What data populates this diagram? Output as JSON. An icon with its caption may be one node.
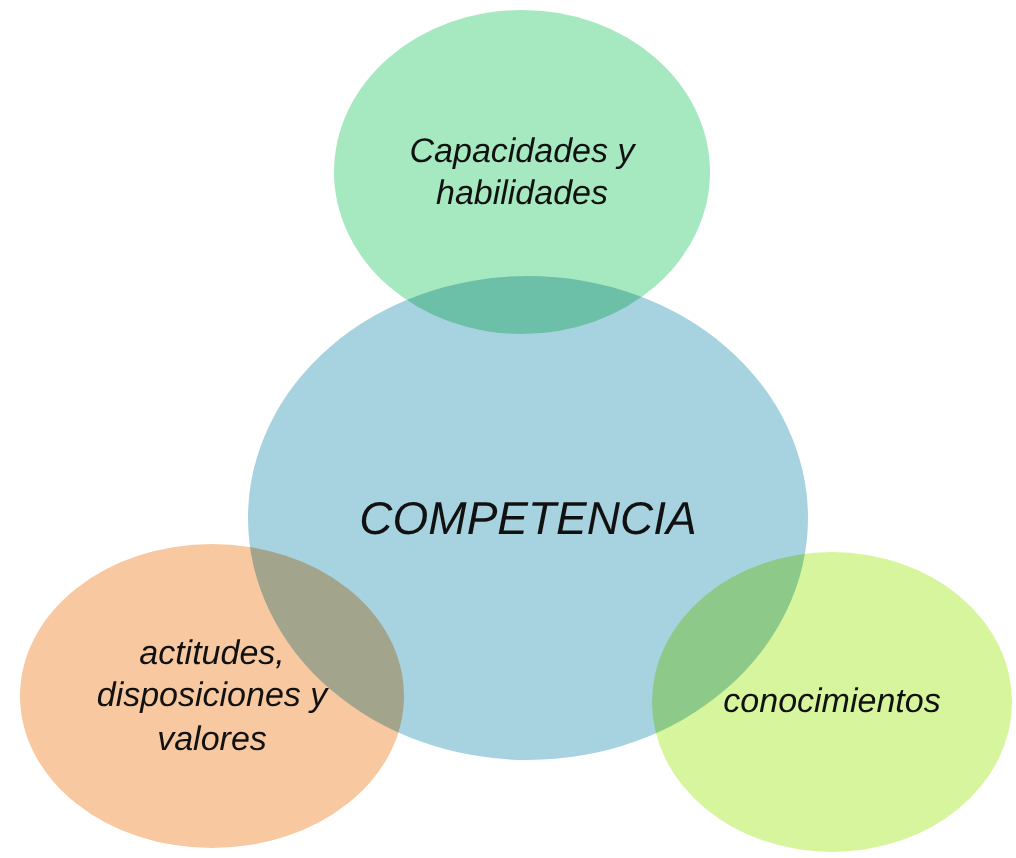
{
  "diagram": {
    "nodes": [
      {
        "text": [
          "Capacidades y habilidades"
        ]
      },
      {
        "text": [
          "COMPETENCIA"
        ]
      },
      {
        "text": [
          "actitudes, disposiciones y valores"
        ]
      },
      {
        "text": [
          "conocimientos"
        ]
      }
    ]
  }
}
